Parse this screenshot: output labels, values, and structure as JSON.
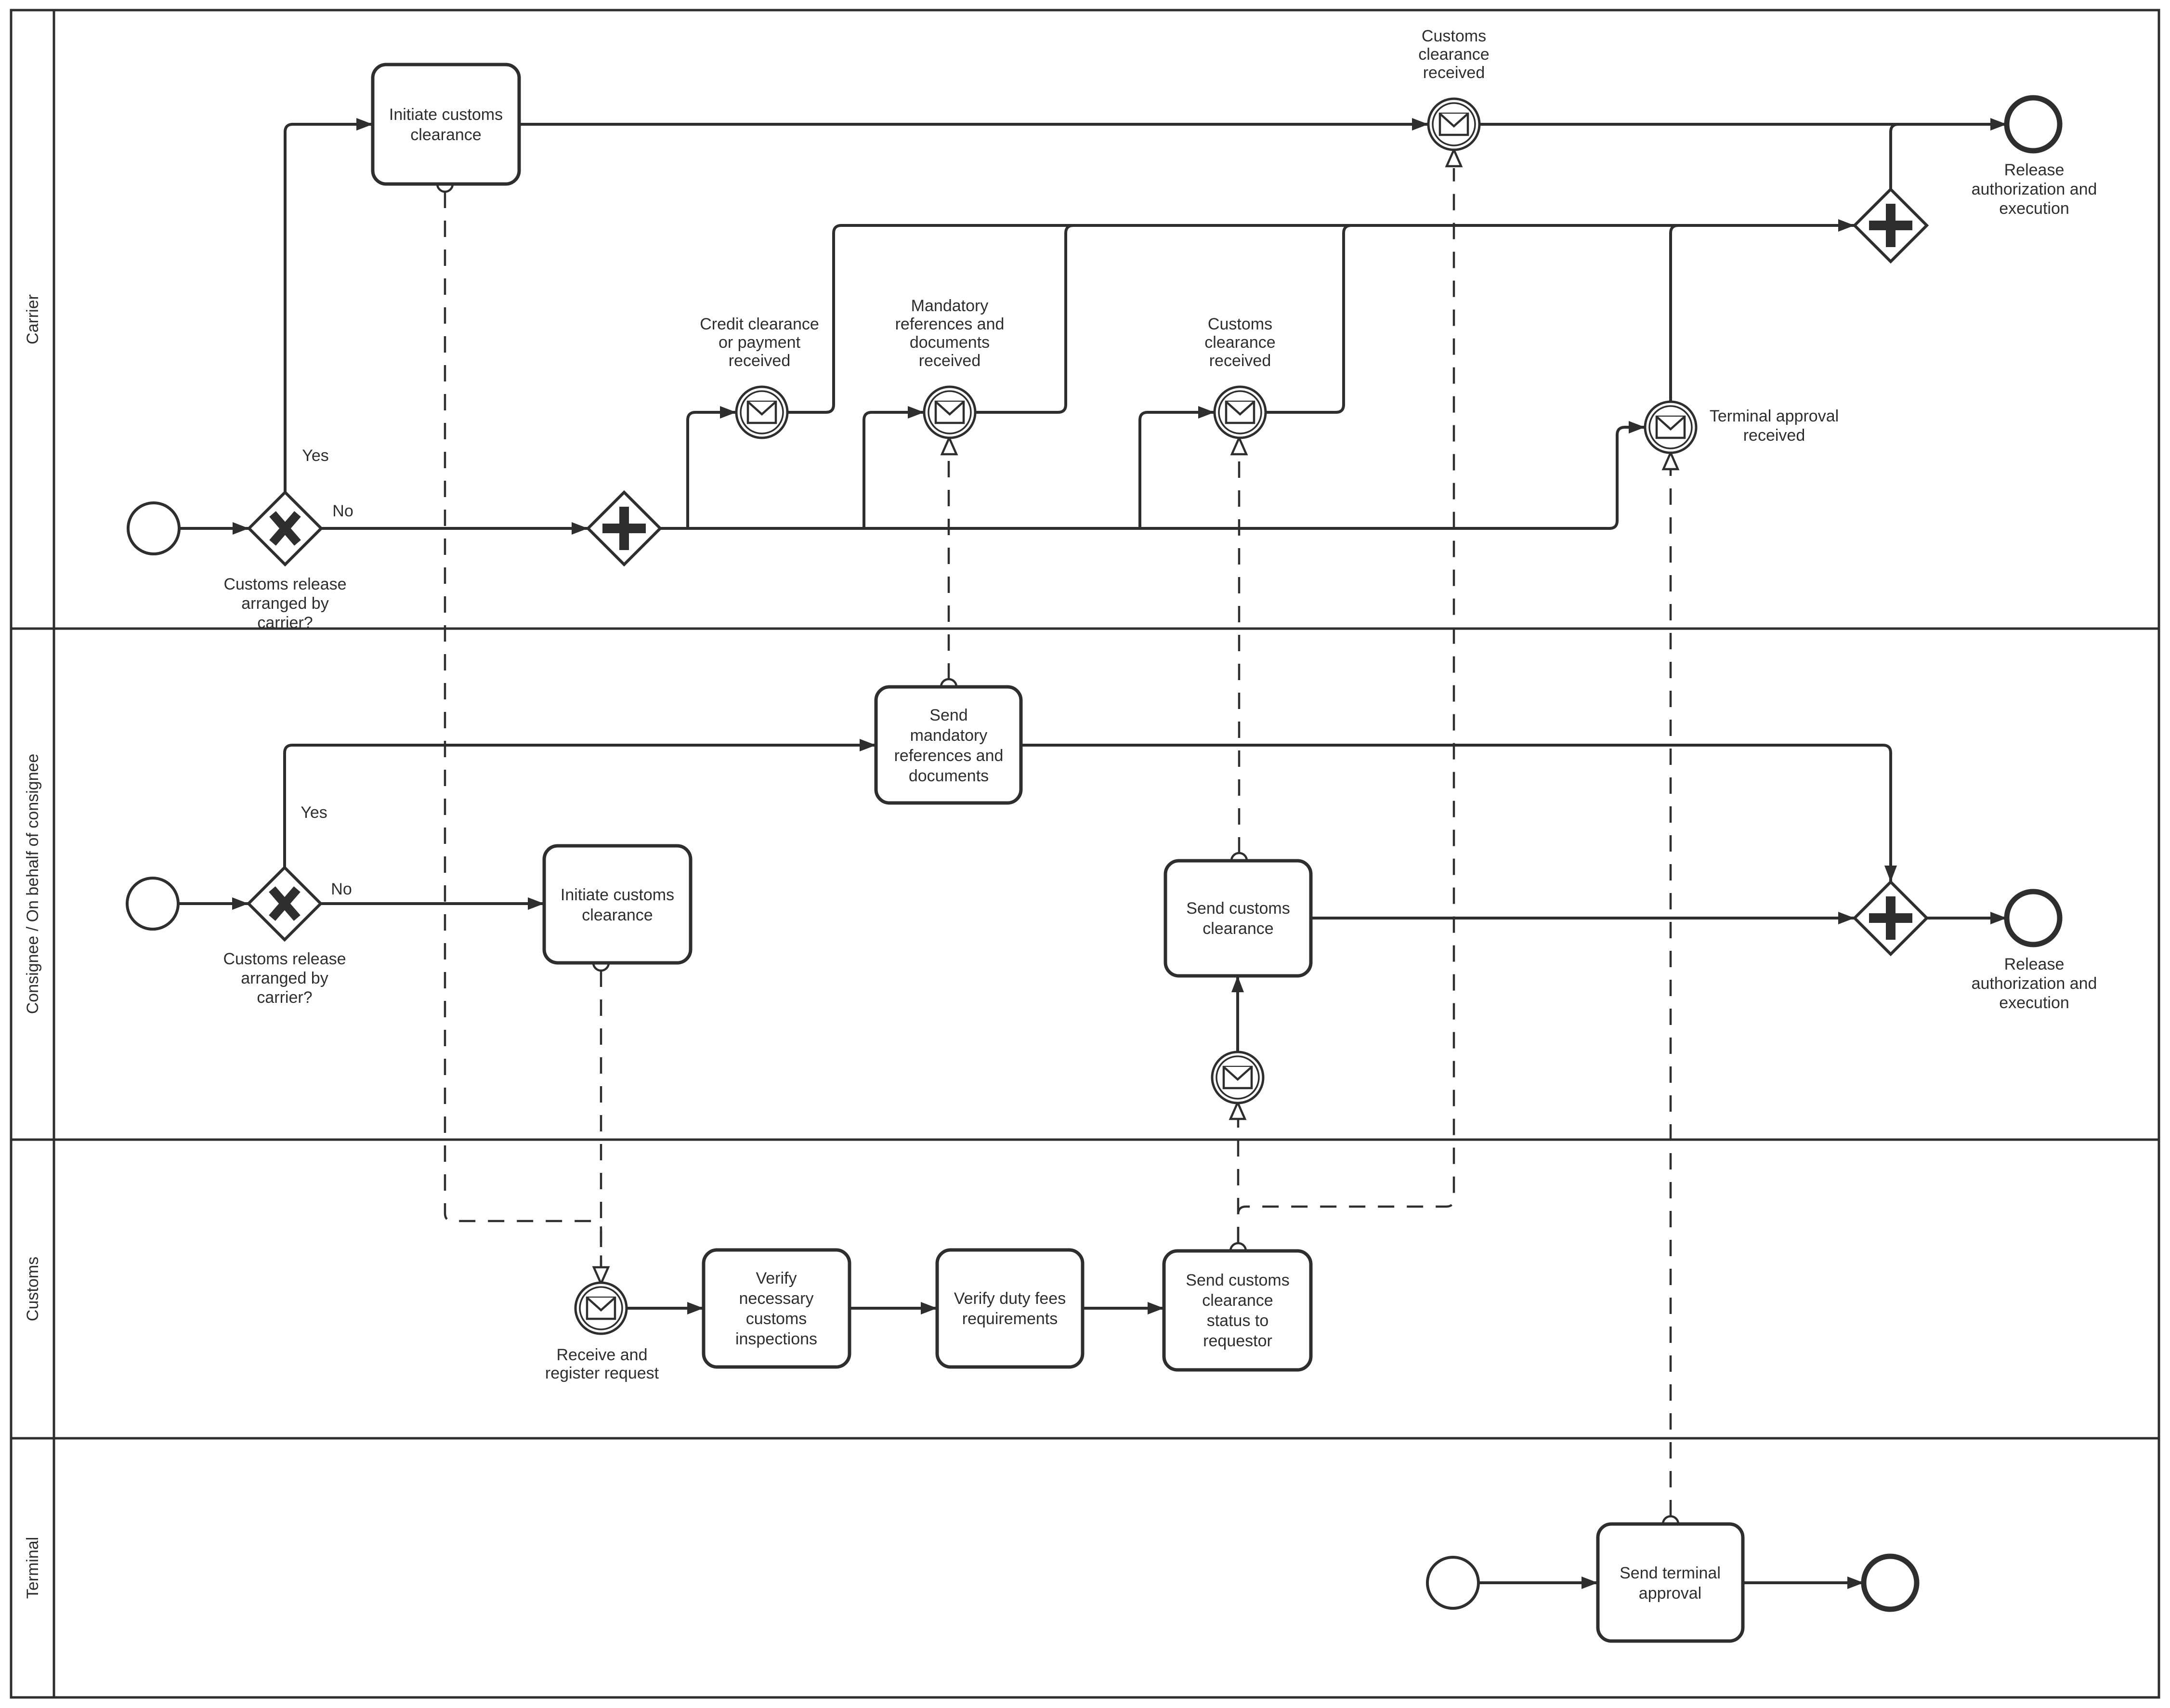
{
  "colors": {
    "ink": "#2e2e2e",
    "background": "#ffffff"
  },
  "lanes": [
    {
      "label": "Carrier"
    },
    {
      "label": "Consignee / On behalf of consignee"
    },
    {
      "label": "Customs"
    },
    {
      "label": "Terminal"
    }
  ],
  "carrier": {
    "question": "Customs release\narranged by\ncarrier?",
    "yes": "Yes",
    "no": "No",
    "task_initiate": "Initiate customs\nclearance",
    "event_credit": "Credit clearance\nor payment\nreceived",
    "event_mandatory": "Mandatory\nreferences and\ndocuments\nreceived",
    "event_customs": "Customs\nclearance\nreceived",
    "event_customs_top": "Customs\nclearance\nreceived",
    "event_terminal": "Terminal approval\nreceived",
    "end": "Release\nauthorization and\nexecution"
  },
  "consignee": {
    "question": "Customs release\narranged by\ncarrier?",
    "yes": "Yes",
    "no": "No",
    "task_send_refs": "Send\nmandatory\nreferences and\ndocuments",
    "task_initiate": "Initiate customs\nclearance",
    "task_send_clearance": "Send customs\nclearance",
    "end": "Release\nauthorization and\nexecution"
  },
  "customs": {
    "event_receive": "Receive and\nregister request",
    "task_verify_inspections": "Verify\nnecessary\ncustoms\ninspections",
    "task_verify_duty": "Verify duty fees\nrequirements",
    "task_send_status": "Send customs\nclearance\nstatus to\nrequestor"
  },
  "terminal": {
    "task_send_approval": "Send terminal\napproval"
  }
}
